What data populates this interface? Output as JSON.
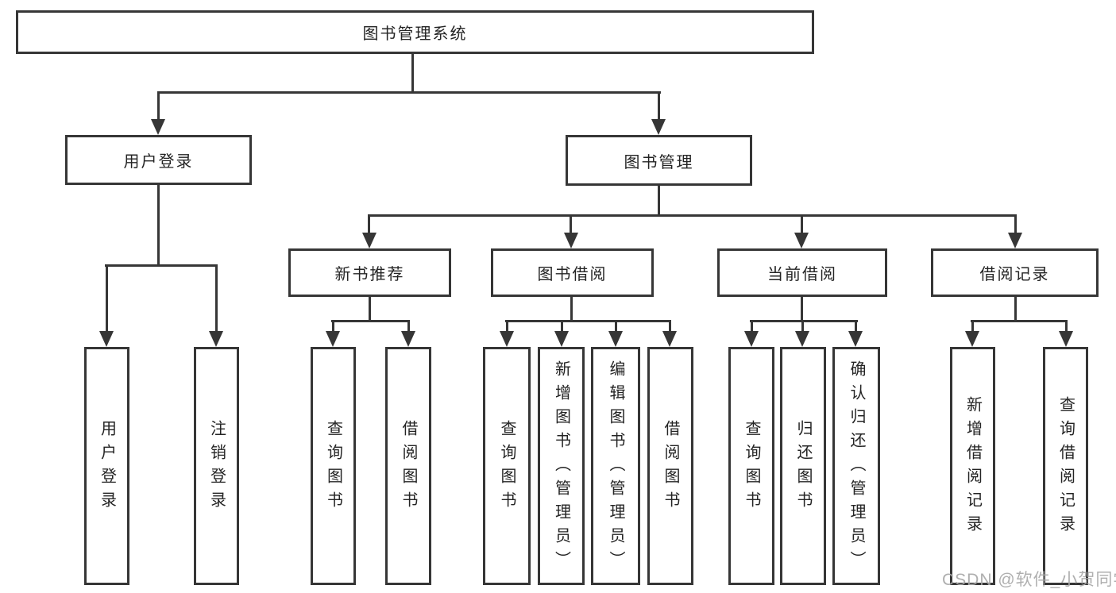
{
  "root": {
    "label": "图书管理系统"
  },
  "level2": [
    {
      "id": "user-login",
      "label": "用户登录"
    },
    {
      "id": "book-management",
      "label": "图书管理"
    }
  ],
  "level3": [
    {
      "id": "new-book-recommend",
      "label": "新书推荐",
      "parent": "图书管理"
    },
    {
      "id": "book-borrow",
      "label": "图书借阅",
      "parent": "图书管理"
    },
    {
      "id": "current-borrow",
      "label": "当前借阅",
      "parent": "图书管理"
    },
    {
      "id": "borrow-record",
      "label": "借阅记录",
      "parent": "图书管理"
    }
  ],
  "leaves": [
    {
      "id": "login",
      "label": "用户登录",
      "parent": "用户登录"
    },
    {
      "id": "logout",
      "label": "注销登录",
      "parent": "用户登录"
    },
    {
      "id": "recommend-query-book",
      "label": "查询图书",
      "parent": "新书推荐"
    },
    {
      "id": "recommend-borrow-book",
      "label": "借阅图书",
      "parent": "新书推荐"
    },
    {
      "id": "borrow-query-book",
      "label": "查询图书",
      "parent": "图书借阅"
    },
    {
      "id": "borrow-add-book",
      "label": "新增图书（管理员）",
      "parent": "图书借阅"
    },
    {
      "id": "borrow-edit-book",
      "label": "编辑图书（管理员）",
      "parent": "图书借阅"
    },
    {
      "id": "borrow-borrow-book",
      "label": "借阅图书",
      "parent": "图书借阅"
    },
    {
      "id": "current-query-book",
      "label": "查询图书",
      "parent": "当前借阅"
    },
    {
      "id": "current-return-book",
      "label": "归还图书",
      "parent": "当前借阅"
    },
    {
      "id": "current-confirm-return",
      "label": "确认归还（管理员）",
      "parent": "当前借阅"
    },
    {
      "id": "record-add",
      "label": "新增借阅记录",
      "parent": "借阅记录"
    },
    {
      "id": "record-query",
      "label": "查询借阅记录",
      "parent": "借阅记录"
    }
  ],
  "watermark": "CSDN @软件_小贺同学",
  "colors": {
    "line": "#363636",
    "text": "#242424",
    "box_bg": "#ffffff",
    "watermark": "#a8a8a8"
  }
}
